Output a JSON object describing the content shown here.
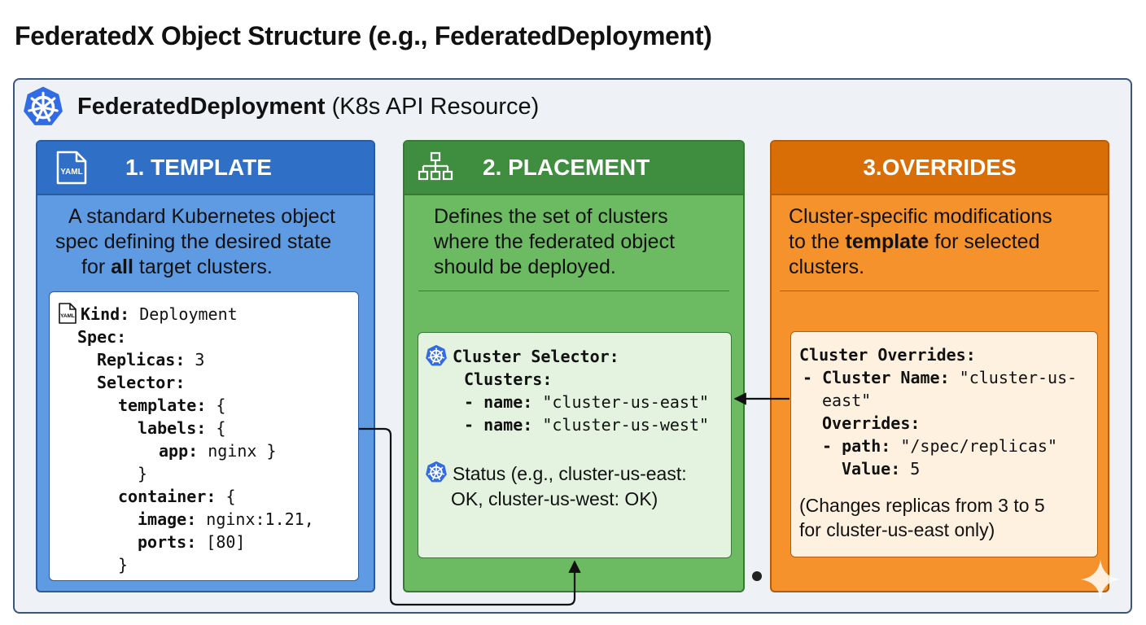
{
  "page_title": "FederatedX Object Structure (e.g., FederatedDeployment)",
  "outer": {
    "title_bold": "FederatedDeployment",
    "title_rest": " (K8s API Resource)"
  },
  "template_panel": {
    "icon_text": "YAML",
    "title": "1. TEMPLATE",
    "desc_line1": "A standard Kubernetes object",
    "desc_line2": "spec defining the desired state",
    "desc_line3_pre": "for ",
    "desc_line3_bold": "all",
    "desc_line3_post": " target clusters.",
    "code": {
      "icon_text": "YAML",
      "kind_key": "Kind:",
      "kind_val": " Deployment",
      "spec_key": "Spec:",
      "replicas_key": "Replicas:",
      "replicas_val": " 3",
      "selector_key": "Selector:",
      "template_key": "template:",
      "template_val": " {",
      "labels_key": "labels:",
      "labels_val": " {",
      "app_key": "app:",
      "app_val": " nginx }",
      "close1": "}",
      "container_key": "container:",
      "container_val": " {",
      "image_key": "image:",
      "image_val": " nginx:1.21,",
      "ports_key": "ports:",
      "ports_val": " [80]",
      "close2": "}"
    }
  },
  "placement_panel": {
    "title": "2. PLACEMENT",
    "desc_line1": "Defines the set of clusters",
    "desc_line2": "where the federated object",
    "desc_line3": "should be deployed.",
    "code": {
      "selector_title": "Cluster Selector:",
      "clusters_key": "Clusters:",
      "name_key": "- name:",
      "name1_val": " \"cluster-us-east\"",
      "name2_val": " \"cluster-us-west\"",
      "status_label": "Status",
      "status_rest": " (e.g., cluster-us-east:",
      "status_line2": "OK, cluster-us-west: OK)"
    }
  },
  "overrides_panel": {
    "title": "3.OVERRIDES",
    "desc_line1": "Cluster-specific modifications",
    "desc_line2_pre": "to the ",
    "desc_line2_bold": "template",
    "desc_line2_post": " for selected",
    "desc_line3": "clusters.",
    "code": {
      "title": "Cluster Overrides:",
      "cluster_name_key": "- Cluster Name:",
      "cluster_name_val1": " \"cluster-us-",
      "cluster_name_val2": "east\"",
      "overrides_key": "Overrides:",
      "path_key": "- path:",
      "path_val": " \"/spec/replicas\"",
      "value_key": "Value:",
      "value_val": " 5",
      "note_line1": "(Changes replicas from 3 to 5",
      "note_line2": "for cluster-us-east only)"
    }
  },
  "colors": {
    "template_header": "#2f6fc6",
    "template_body": "#5e9be3",
    "placement_header": "#3f8e3f",
    "placement_body": "#6cbb62",
    "overrides_header": "#da6e06",
    "overrides_body": "#f5922c",
    "k8s_blue": "#326ce5"
  },
  "icons": [
    "kubernetes-icon",
    "yaml-file-icon",
    "hierarchy-icon",
    "sparkle-icon"
  ]
}
